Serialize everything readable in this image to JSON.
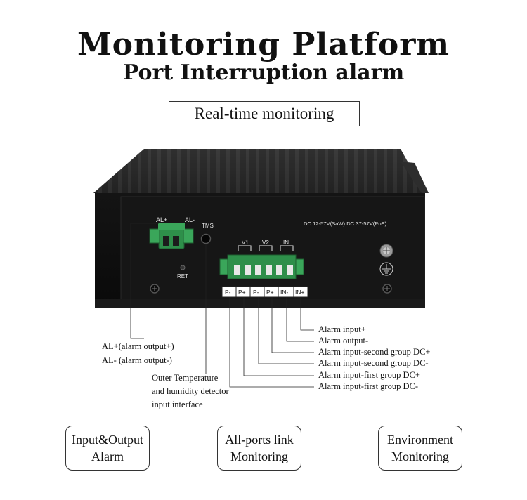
{
  "header": {
    "title": "Monitoring Platform",
    "subtitle": "Port Interruption alarm",
    "badge": "Real-time monitoring"
  },
  "device": {
    "power_label": "DC  12-57V(SaW) DC 37-57V(PoE)",
    "al_plus": "AL+",
    "al_minus": "AL-",
    "tms": "TMS",
    "ret": "RET",
    "v1": "V1",
    "v2": "V2",
    "in": "IN",
    "pins": [
      "P-",
      "P+",
      "P-",
      "P+",
      "IN-",
      "IN+"
    ]
  },
  "callouts": {
    "al_output_plus": "AL+(alarm output+)",
    "al_output_minus": "AL- (alarm output-)",
    "sensor_line1": "Outer Temperature",
    "sensor_line2": "and humidity detector",
    "sensor_line3": "input interface",
    "pin_labels": [
      "Alarm input+",
      "Alarm output-",
      "Alarm input-second group DC+",
      "Alarm input-second group DC-",
      "Alarm input-first group DC+",
      "Alarm input-first group DC-"
    ]
  },
  "features": [
    {
      "line1": "Input&Output",
      "line2": "Alarm"
    },
    {
      "line1": "All-ports link",
      "line2": "Monitoring"
    },
    {
      "line1": "Environment",
      "line2": "Monitoring"
    }
  ]
}
